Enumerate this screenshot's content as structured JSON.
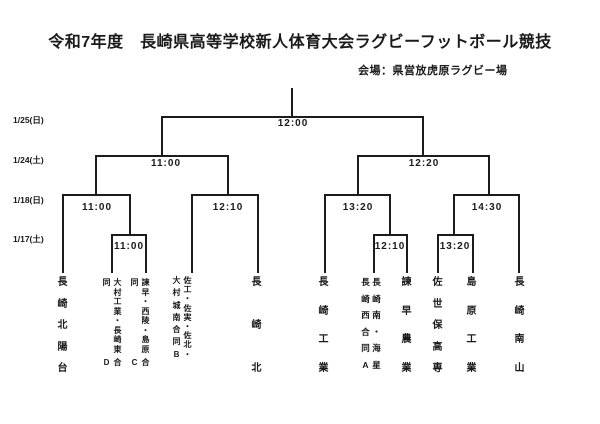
{
  "header": {
    "title": "令和7年度　長崎県高等学校新人体育大会ラグビーフットボール競技",
    "venue": "会場：県営放虎原ラグビー場"
  },
  "rounds": [
    {
      "date": "1/25(日)"
    },
    {
      "date": "1/24(土)"
    },
    {
      "date": "1/18(日)"
    },
    {
      "date": "1/17(土)"
    }
  ],
  "matches": {
    "final": {
      "time": "12:00"
    },
    "sf1": {
      "time": "11:00"
    },
    "sf2": {
      "time": "12:20"
    },
    "qf1": {
      "time": "11:00"
    },
    "qf2": {
      "time": "12:10"
    },
    "qf3": {
      "time": "13:20"
    },
    "qf4": {
      "time": "14:30"
    },
    "r1m1": {
      "time": "11:00"
    },
    "r1m2": {
      "time": "12:10"
    },
    "r1m3": {
      "time": "13:20"
    }
  },
  "teams": [
    {
      "name": "長崎北陽台",
      "cols": [
        {
          "chars": "長崎北陽台"
        }
      ]
    },
    {
      "name": "大村工業・長崎東 合同D",
      "cols": [
        {
          "chars": "同",
          "tail": "D"
        },
        {
          "chars": "大村工業・長崎東",
          "tail": "合"
        }
      ]
    },
    {
      "name": "諫早・西陵・島原 合同C",
      "cols": [
        {
          "chars": "同",
          "tail": "C"
        },
        {
          "chars": "諫早・西陵・島原",
          "tail": "合"
        }
      ]
    },
    {
      "name": "佐工・佐実・佐北・大村城南 合同B",
      "cols": [
        {
          "chars": "大村城南合同B"
        },
        {
          "chars": "佐工・佐実・佐北・"
        }
      ]
    },
    {
      "name": "長崎北",
      "cols": [
        {
          "chars": "長崎北"
        }
      ]
    },
    {
      "name": "長崎工業",
      "cols": [
        {
          "chars": "長崎工業"
        }
      ]
    },
    {
      "name": "長崎南・海星・長崎西 合同A",
      "cols": [
        {
          "chars": "長崎西合同A"
        },
        {
          "chars": "長崎南・海星"
        }
      ]
    },
    {
      "name": "諫早農業",
      "cols": [
        {
          "chars": "諫早農業"
        }
      ]
    },
    {
      "name": "佐世保高専",
      "cols": [
        {
          "chars": "佐世保高専"
        }
      ]
    },
    {
      "name": "島原工業",
      "cols": [
        {
          "chars": "島原工業"
        }
      ]
    },
    {
      "name": "長崎南山",
      "cols": [
        {
          "chars": "長崎南山"
        }
      ]
    }
  ]
}
